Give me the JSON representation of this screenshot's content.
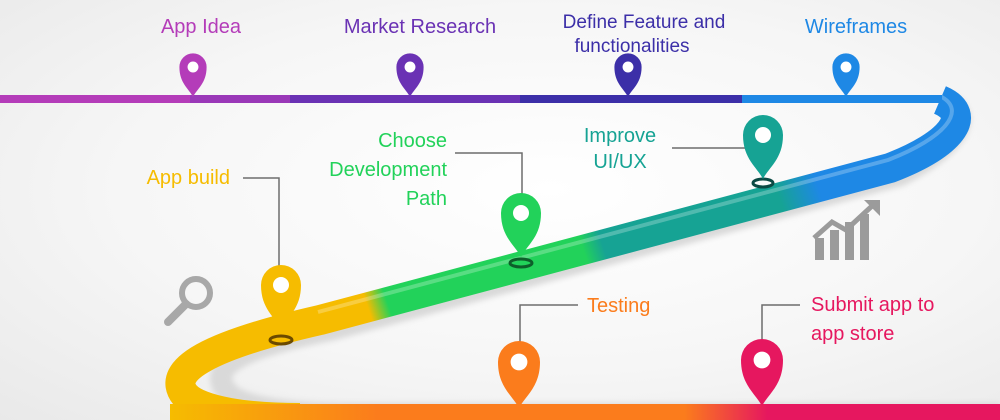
{
  "colors": {
    "app_idea": "#b43cb9",
    "market_research": "#6a32b4",
    "define_features": "#3c2fa8",
    "wireframes": "#1e88e5",
    "improve_ui": "#16a394",
    "choose_path": "#22d25a",
    "app_build": "#f6bc00",
    "testing": "#fb7c1c",
    "submit": "#e6175f",
    "leader": "#6d6d6d",
    "icon_grey": "#9b9b9b"
  },
  "steps": {
    "app_idea": {
      "label": "App Idea"
    },
    "market_research": {
      "label": "Market Research"
    },
    "define_features": {
      "label_line1": "Define Feature and",
      "label_line2": "functionalities"
    },
    "wireframes": {
      "label": "Wireframes"
    },
    "improve_ui": {
      "label_line1": "Improve",
      "label_line2": "UI/UX"
    },
    "choose_path": {
      "label_line1": "Choose",
      "label_line2": "Development",
      "label_line3": "Path"
    },
    "app_build": {
      "label": "App build"
    },
    "testing": {
      "label": "Testing"
    },
    "submit": {
      "label_line1": "Submit app to",
      "label_line2": "app store"
    }
  },
  "decor": {
    "magnifier_icon": "magnifier-icon",
    "growth_chart_icon": "growth-chart-icon"
  }
}
